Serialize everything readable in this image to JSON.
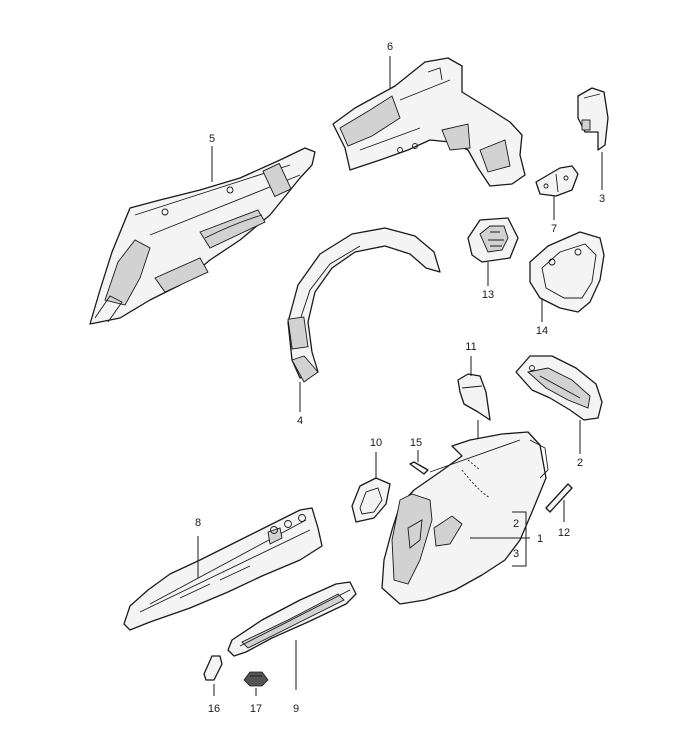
{
  "callouts": {
    "c1": "1",
    "c2": "2",
    "c2b": "2",
    "c3": "3",
    "c3b": "3",
    "c4": "4",
    "c5": "5",
    "c6": "6",
    "c7": "7",
    "c8": "8",
    "c9": "9",
    "c10": "10",
    "c11": "11",
    "c12": "12",
    "c13": "13",
    "c14": "14",
    "c15": "15",
    "c16": "16",
    "c17": "17"
  }
}
